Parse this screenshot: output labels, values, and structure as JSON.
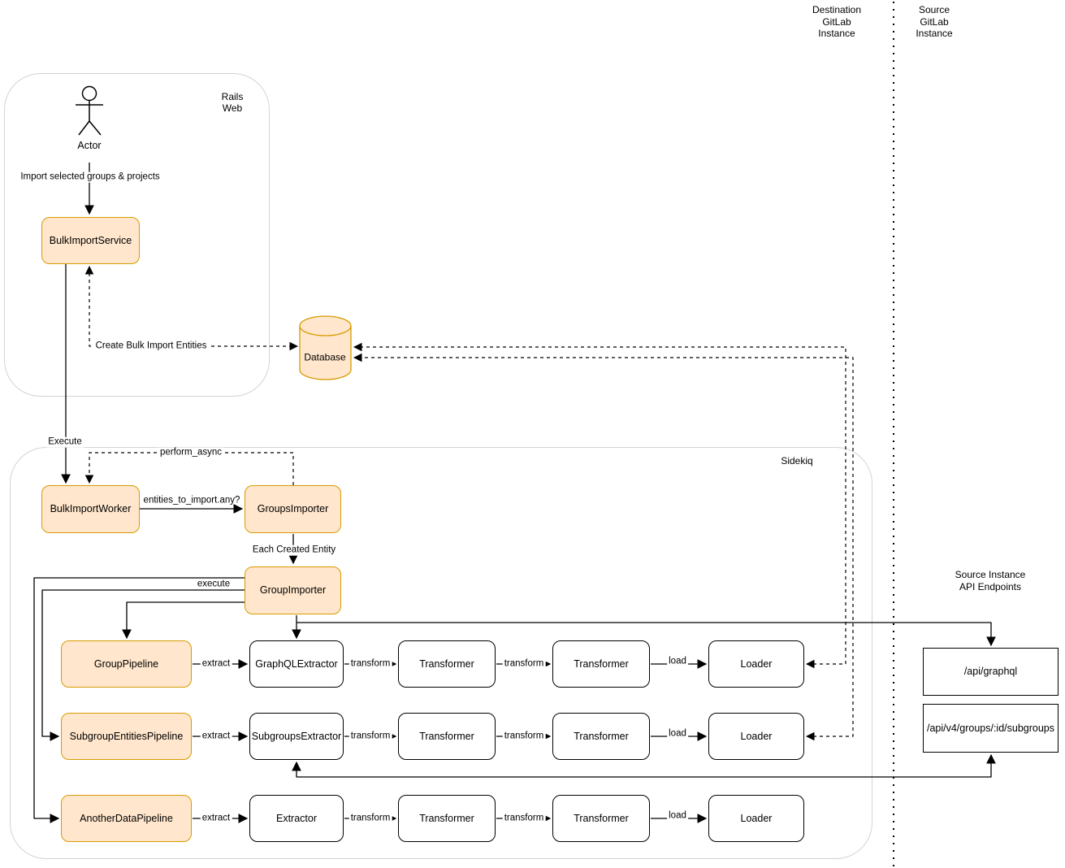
{
  "lanes": {
    "destination_label": "Destination\nGitLab\nInstance",
    "source_label": "Source\nGitLab\nInstance"
  },
  "containers": {
    "rails_web": "Rails\nWeb",
    "sidekiq": "Sidekiq"
  },
  "actor": {
    "label": "Actor"
  },
  "nodes": {
    "bulk_import_service": "BulkImportService",
    "database": "Database",
    "bulk_import_worker": "BulkImportWorker",
    "groups_importer": "GroupsImporter",
    "group_importer": "GroupImporter",
    "group_pipeline": "GroupPipeline",
    "subgroup_entities_pipeline": "SubgroupEntitiesPipeline",
    "another_data_pipeline": "AnotherDataPipeline",
    "graphql_extractor": "GraphQLExtractor",
    "subgroups_extractor": "SubgroupsExtractor",
    "extractor": "Extractor",
    "transformer": "Transformer",
    "loader": "Loader"
  },
  "edge_labels": {
    "import_selected": "Import selected groups & projects",
    "create_entities": "Create Bulk Import Entities",
    "execute": "Execute",
    "perform_async": "perform_async",
    "entities_any": "entities_to_import.any?",
    "each_created_entity": "Each Created Entity",
    "execute_pipeline": "execute",
    "extract": "extract",
    "transform": "transform",
    "load": "load"
  },
  "api": {
    "title": "Source Instance API Endpoints",
    "graphql": "/api/graphql",
    "subgroups": "/api/v4/groups/:id/subgroups"
  },
  "colors": {
    "node_fill": "#FFE6CC",
    "node_stroke": "#D79B00",
    "line_color": "#000000",
    "container_stroke": "#d4d4d4"
  }
}
